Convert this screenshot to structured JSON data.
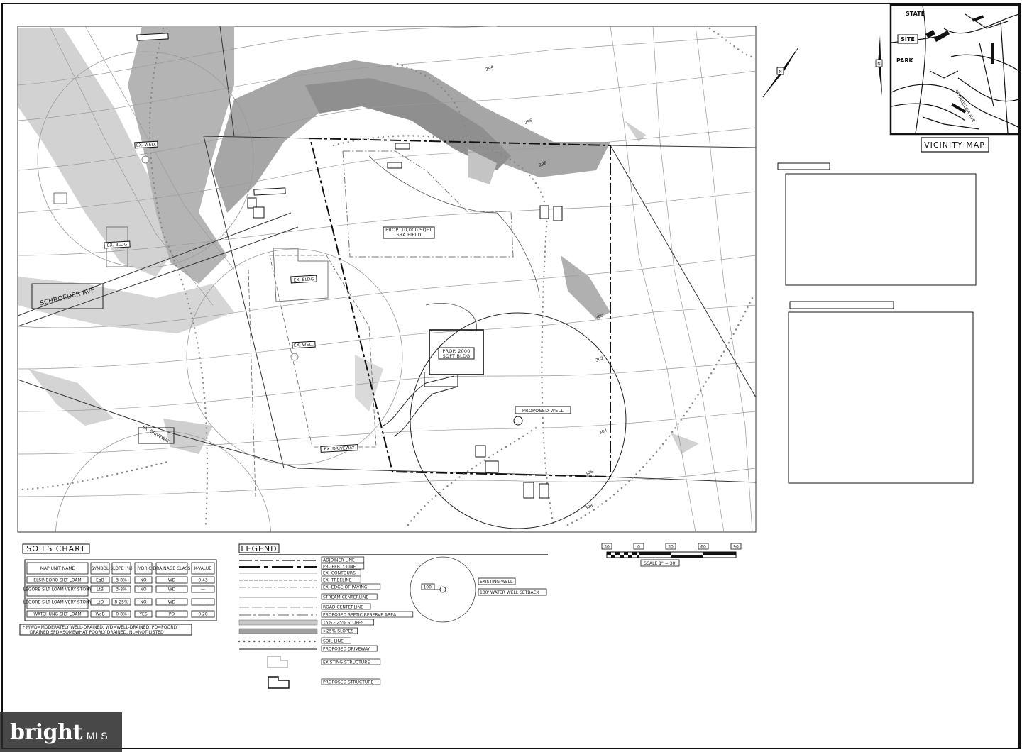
{
  "plan": {
    "labels": {
      "proposed_well": "PROPOSED WELL",
      "prop_bldg_l1": "PROP. 2000",
      "prop_bldg_l2": "SQFT BLDG",
      "srа_field_l1": "PROP. 10,000 SQFT",
      "sra_field_l2": "SRA FIELD",
      "road": "SCHROEDER AVE",
      "ex_bldg_1": "EX. BLDG",
      "ex_bldg_2": "EX. BLDG",
      "ex_well_1": "EX. WELL",
      "ex_well_2": "EX. WELL",
      "ex_driveway_1": "EX. DRIVEWAY",
      "ex_driveway_2": "EX. DRIVEWAY"
    },
    "contour_labels": [
      "294",
      "296",
      "298",
      "300",
      "302",
      "304",
      "306",
      "308"
    ]
  },
  "north_arrow": {
    "letter": "N"
  },
  "vicinity_map": {
    "title": "VICINITY MAP",
    "site_label": "SITE",
    "state_label": "STATE",
    "park_label": "PARK",
    "road_label": "SCHROEDER AVE"
  },
  "soils_chart": {
    "title": "SOILS CHART",
    "headers": [
      "MAP UNIT NAME",
      "SYMBOL",
      "SLOPE (%)",
      "HYDRIC",
      "DRAINAGE CLASS",
      "K-VALUE"
    ],
    "rows": [
      [
        "ELSINBORO SILT LOAM",
        "EgB",
        "3-8%",
        "NO",
        "WD",
        "0.43"
      ],
      [
        "LEGORE SILT LOAM VERY STONY",
        "LtB",
        "3-8%",
        "NO",
        "WD",
        "—"
      ],
      [
        "LEGORE SILT LOAM VERY STONY",
        "LtD",
        "8-25%",
        "NO",
        "WD",
        "—"
      ],
      [
        "WATCHUNG SILT LOAM",
        "WaB",
        "0-8%",
        "YES",
        "PD",
        "0.28"
      ]
    ],
    "footnote_l1": "* MWD=MODERATELY WELL-DRAINED, WD=WELL-DRAINED, PD=POORLY",
    "footnote_l2": "DRAINED SPD=SOMEWHAT POORLY DRAINED, NL=NOT LISTED"
  },
  "legend": {
    "title": "LEGEND",
    "items": [
      "ADJOINER LINE",
      "PROPERTY LINE",
      "EX. CONTOURS",
      "EX. TREELINE",
      "EX. EDGE OF PAVING",
      "STREAM CENTERLINE",
      "ROAD CENTERLINE",
      "PROPOSED SEPTIC RESERVE AREA",
      "15% - 25% SLOPES",
      ">25% SLOPES",
      "SOIL LINE",
      "PROPOSED DRIVEWAY",
      "EXISTING STRUCTURE",
      "PROPOSED STRUCTURE"
    ],
    "well_items": [
      "EXISTING WELL",
      "100' WATER WELL SETBACK"
    ],
    "well_radius": "100'"
  },
  "scale_bar": {
    "ticks": [
      "30",
      "0",
      "30",
      "60",
      "90"
    ],
    "label": "SCALE 1\" = 30'"
  },
  "branding": {
    "brand": "bright",
    "suffix": "MLS"
  },
  "colors": {
    "slope_light": "#c8c8c8",
    "slope_dark": "#9e9e9e",
    "line": "#111111"
  }
}
